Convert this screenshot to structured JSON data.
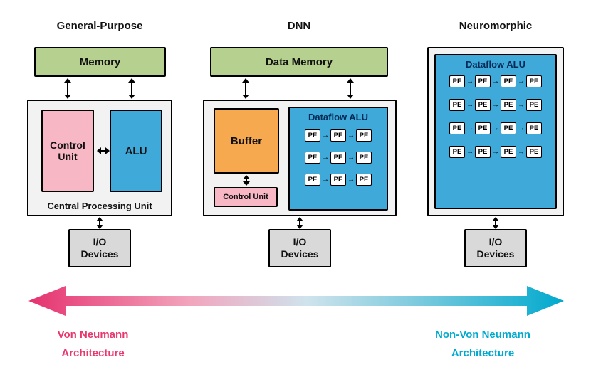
{
  "general": {
    "title": "General-Purpose",
    "memory_label": "Memory",
    "control_unit_label": "Control Unit",
    "alu_label": "ALU",
    "cpu_caption": "Central Processing Unit",
    "io_line1": "I/O",
    "io_line2": "Devices"
  },
  "dnn": {
    "title": "DNN",
    "memory_label": "Data Memory",
    "buffer_label": "Buffer",
    "control_unit_label": "Control Unit",
    "dataflow_title": "Dataflow ALU",
    "pe_grid": {
      "rows": 3,
      "cols": 3,
      "cell_label": "PE"
    },
    "io_line1": "I/O",
    "io_line2": "Devices"
  },
  "neuromorphic": {
    "title": "Neuromorphic",
    "dataflow_title": "Dataflow ALU",
    "pe_grid": {
      "rows": 4,
      "cols": 4,
      "cell_label": "PE"
    },
    "io_line1": "I/O",
    "io_line2": "Devices"
  },
  "spectrum": {
    "left_line1": "Von Neumann",
    "left_line2": "Architecture",
    "right_line1": "Non-Von Neumann",
    "right_line2": "Architecture",
    "left_color": "#e8386e",
    "right_color": "#00a9ce"
  },
  "colors": {
    "memory_green": "#b5d08f",
    "control_pink": "#f8b7c5",
    "alu_blue": "#3fa9da",
    "buffer_orange": "#f7a94f",
    "io_gray": "#d9d9d9",
    "panel_gray": "#f2f2f2"
  }
}
